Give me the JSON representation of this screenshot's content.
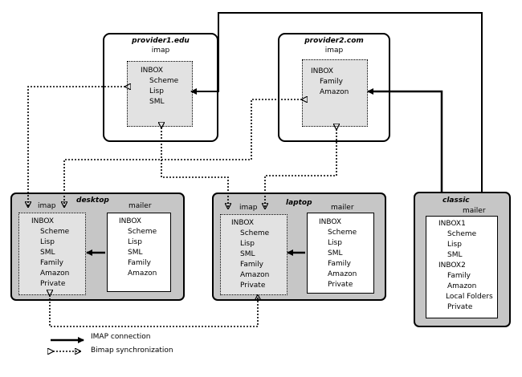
{
  "providers": [
    {
      "title": "provider1.edu",
      "protocol": "imap",
      "folders": [
        {
          "name": "INBOX",
          "level": 0
        },
        {
          "name": "Scheme",
          "level": 1
        },
        {
          "name": "Lisp",
          "level": 1
        },
        {
          "name": "SML",
          "level": 1
        }
      ]
    },
    {
      "title": "provider2.com",
      "protocol": "imap",
      "folders": [
        {
          "name": "INBOX",
          "level": 0
        },
        {
          "name": "Family",
          "level": 1
        },
        {
          "name": "Amazon",
          "level": 1
        }
      ]
    }
  ],
  "machines": [
    {
      "title": "desktop",
      "imap_label": "imap",
      "mailer_label": "mailer",
      "imap_folders": [
        {
          "name": "INBOX",
          "level": 0
        },
        {
          "name": "Scheme",
          "level": 1
        },
        {
          "name": "Lisp",
          "level": 1
        },
        {
          "name": "SML",
          "level": 1
        },
        {
          "name": "Family",
          "level": 1
        },
        {
          "name": "Amazon",
          "level": 1
        },
        {
          "name": "Private",
          "level": 1
        }
      ],
      "mailer_folders": [
        {
          "name": "INBOX",
          "level": 0
        },
        {
          "name": "Scheme",
          "level": 1
        },
        {
          "name": "Lisp",
          "level": 1
        },
        {
          "name": "SML",
          "level": 1
        },
        {
          "name": "Family",
          "level": 1
        },
        {
          "name": "Amazon",
          "level": 1
        }
      ]
    },
    {
      "title": "laptop",
      "imap_label": "imap",
      "mailer_label": "mailer",
      "imap_folders": [
        {
          "name": "INBOX",
          "level": 0
        },
        {
          "name": "Scheme",
          "level": 1
        },
        {
          "name": "Lisp",
          "level": 1
        },
        {
          "name": "SML",
          "level": 1
        },
        {
          "name": "Family",
          "level": 1
        },
        {
          "name": "Amazon",
          "level": 1
        },
        {
          "name": "Private",
          "level": 1
        }
      ],
      "mailer_folders": [
        {
          "name": "INBOX",
          "level": 0
        },
        {
          "name": "Scheme",
          "level": 1
        },
        {
          "name": "Lisp",
          "level": 1
        },
        {
          "name": "SML",
          "level": 1
        },
        {
          "name": "Family",
          "level": 1
        },
        {
          "name": "Amazon",
          "level": 1
        },
        {
          "name": "Private",
          "level": 1
        }
      ]
    },
    {
      "title": "classic",
      "mailer_label": "mailer",
      "mailer_folders": [
        {
          "name": "INBOX1",
          "level": 0
        },
        {
          "name": "Scheme",
          "level": 1
        },
        {
          "name": "Lisp",
          "level": 1
        },
        {
          "name": "SML",
          "level": 1
        },
        {
          "name": "INBOX2",
          "level": 0
        },
        {
          "name": "Family",
          "level": 1
        },
        {
          "name": "Amazon",
          "level": 1
        },
        {
          "name": "Local Folders",
          "level": 2
        },
        {
          "name": "Private",
          "level": 1
        }
      ]
    }
  ],
  "legend": {
    "imap_connection": "IMAP connection",
    "bimap_sync": "Bimap synchronization"
  },
  "colors": {
    "machine_fill": "#c6c6c6",
    "imap_fill": "#e2e2e2",
    "line": "#000000"
  }
}
